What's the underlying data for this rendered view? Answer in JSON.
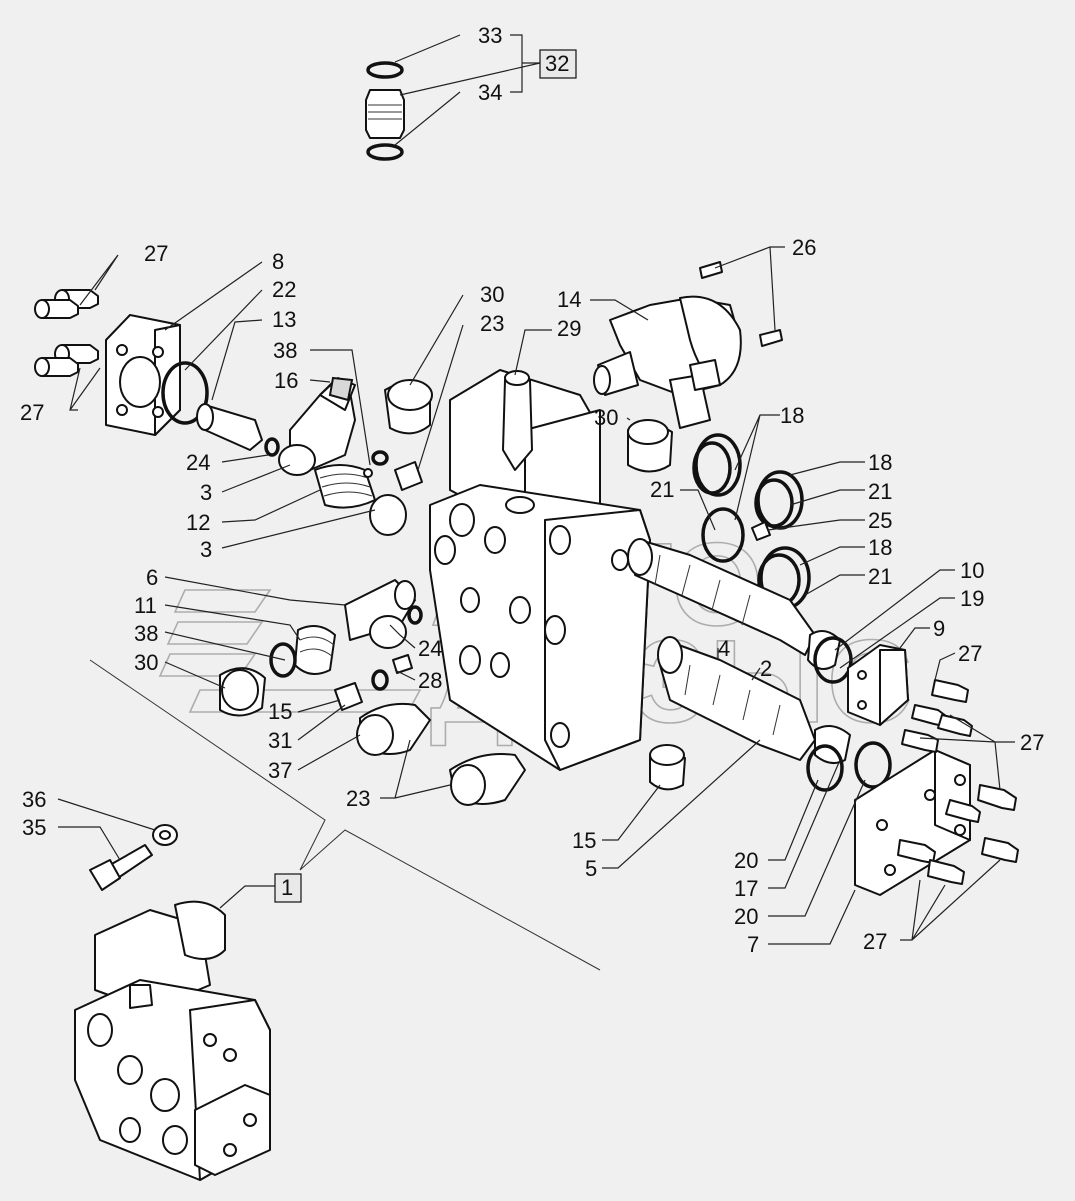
{
  "watermark": {
    "line1": "АВТО",
    "line2": "ДЫЗЫС"
  },
  "callouts": [
    {
      "id": "33",
      "text": "33"
    },
    {
      "id": "32",
      "text": "32",
      "boxed": true
    },
    {
      "id": "34",
      "text": "34"
    },
    {
      "id": "27a",
      "text": "27"
    },
    {
      "id": "8",
      "text": "8"
    },
    {
      "id": "22",
      "text": "22"
    },
    {
      "id": "13",
      "text": "13"
    },
    {
      "id": "27b",
      "text": "27"
    },
    {
      "id": "38a",
      "text": "38"
    },
    {
      "id": "16",
      "text": "16"
    },
    {
      "id": "30a",
      "text": "30"
    },
    {
      "id": "23a",
      "text": "23"
    },
    {
      "id": "29",
      "text": "29"
    },
    {
      "id": "14",
      "text": "14"
    },
    {
      "id": "26",
      "text": "26"
    },
    {
      "id": "24a",
      "text": "24"
    },
    {
      "id": "3a",
      "text": "3"
    },
    {
      "id": "12",
      "text": "12"
    },
    {
      "id": "3b",
      "text": "3"
    },
    {
      "id": "30b",
      "text": "30"
    },
    {
      "id": "18a",
      "text": "18"
    },
    {
      "id": "18b",
      "text": "18"
    },
    {
      "id": "21a",
      "text": "21"
    },
    {
      "id": "21b",
      "text": "21"
    },
    {
      "id": "25",
      "text": "25"
    },
    {
      "id": "18c",
      "text": "18"
    },
    {
      "id": "21c",
      "text": "21"
    },
    {
      "id": "10",
      "text": "10"
    },
    {
      "id": "19",
      "text": "19"
    },
    {
      "id": "9",
      "text": "9"
    },
    {
      "id": "6",
      "text": "6"
    },
    {
      "id": "11",
      "text": "11"
    },
    {
      "id": "38b",
      "text": "38"
    },
    {
      "id": "30c",
      "text": "30"
    },
    {
      "id": "24b",
      "text": "24"
    },
    {
      "id": "28",
      "text": "28"
    },
    {
      "id": "4",
      "text": "4"
    },
    {
      "id": "2",
      "text": "2"
    },
    {
      "id": "27c",
      "text": "27"
    },
    {
      "id": "15a",
      "text": "15"
    },
    {
      "id": "31",
      "text": "31"
    },
    {
      "id": "37",
      "text": "37"
    },
    {
      "id": "27d",
      "text": "27"
    },
    {
      "id": "36",
      "text": "36"
    },
    {
      "id": "35",
      "text": "35"
    },
    {
      "id": "23b",
      "text": "23"
    },
    {
      "id": "15b",
      "text": "15"
    },
    {
      "id": "5",
      "text": "5"
    },
    {
      "id": "20a",
      "text": "20"
    },
    {
      "id": "17",
      "text": "17"
    },
    {
      "id": "20b",
      "text": "20"
    },
    {
      "id": "7",
      "text": "7"
    },
    {
      "id": "1",
      "text": "1",
      "boxed": true
    },
    {
      "id": "27e",
      "text": "27"
    }
  ]
}
